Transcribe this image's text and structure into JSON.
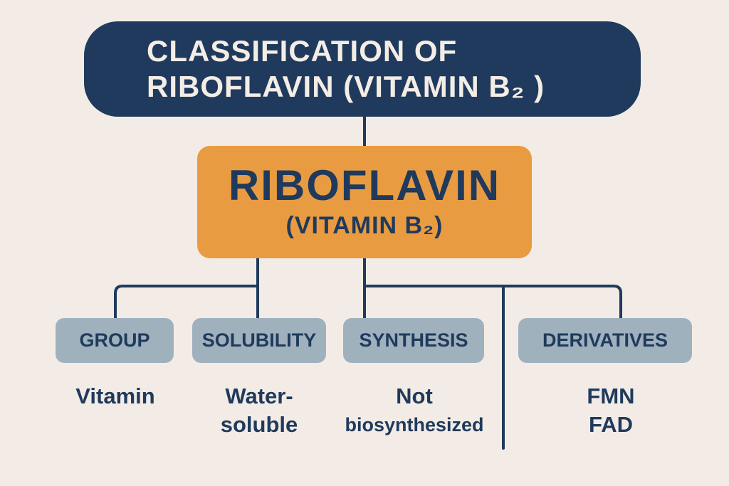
{
  "title": {
    "line1": "CLASSIFICATION OF",
    "line2": "RIBOFLAVIN (VITAMIN B₂ )"
  },
  "center": {
    "name": "RIBOFLAVIN",
    "sub": "(VITAMIN B₂)"
  },
  "categories": [
    {
      "label": "GROUP",
      "value_lines": [
        "Vitamin"
      ]
    },
    {
      "label": "SOLUBILITY",
      "value_lines": [
        "Water-",
        "soluble"
      ]
    },
    {
      "label": "SYNTHESIS",
      "value_lines": [
        "Not",
        "biosynthesized"
      ]
    },
    {
      "label": "DERIVATIVES",
      "value_lines": [
        "FMN",
        "FAD"
      ]
    }
  ],
  "colors": {
    "background": "#f3ece6",
    "navy": "#1f3a5c",
    "orange": "#e99b41",
    "category_fill": "#9fb1bd"
  }
}
